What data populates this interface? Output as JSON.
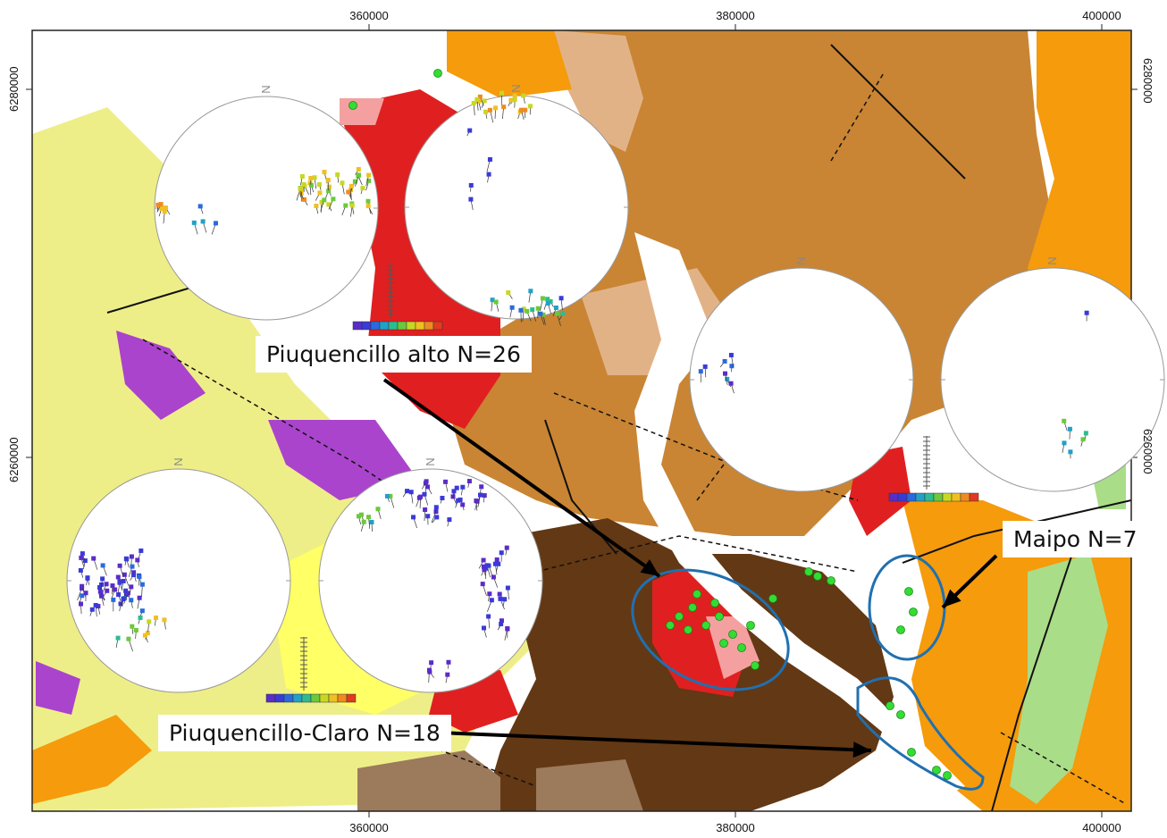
{
  "map": {
    "x_ticks": [
      "360000",
      "380000",
      "400000"
    ],
    "y_ticks": [
      "6280000",
      "6260000"
    ],
    "stereonet_north": "N",
    "colors": {
      "gravel": "#ffffff",
      "ochre_volcanic": "#c98533",
      "orange_volcanic": "#f59b0c",
      "tan_unit": "#e2b287",
      "dark_brown": "#633814",
      "red_intrusive": "#e02020",
      "pink_intrusive": "#f4a0a0",
      "purple_intrusive": "#aa44cc",
      "pale_yellow": "#eeee88",
      "bright_yellow": "#ffff66",
      "light_green": "#aadd88",
      "grey_brown": "#9c7a5c",
      "site_points": "#33dd33",
      "site_outline": "#2070b0"
    }
  },
  "labels": {
    "piuquencillo_alto": "Piuquencillo alto N=26",
    "maipo": "Maipo N=7",
    "piuquencillo_claro": "Piuquencillo-Claro N=18"
  }
}
